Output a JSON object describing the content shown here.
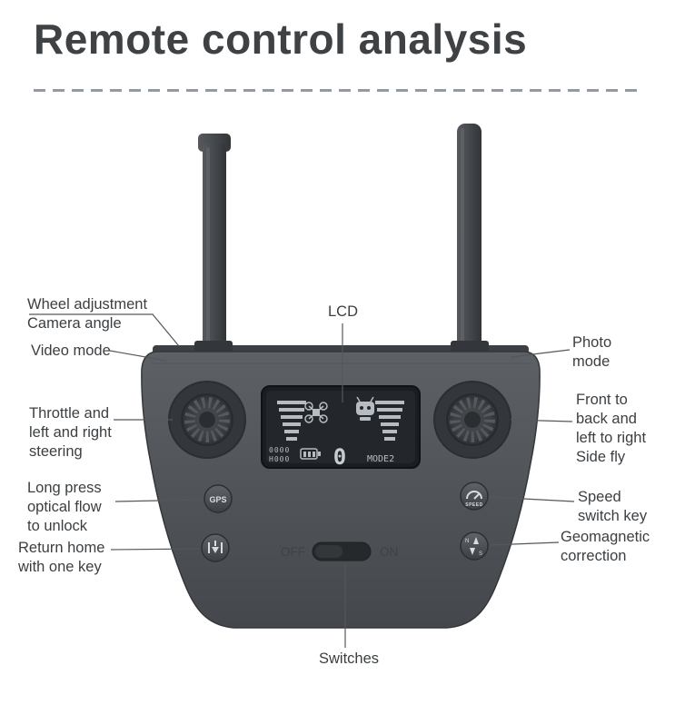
{
  "title": "Remote control analysis",
  "callouts": {
    "wheel_camera": "Wheel adjustment\nCamera angle",
    "video_mode": "Video mode",
    "throttle": "Throttle and\nleft and right\nsteering",
    "long_press": "Long press\noptical flow\nto unlock",
    "return_home": "Return home\nwith one key",
    "lcd": "LCD",
    "photo_mode": "Photo\nmode",
    "front_back": "Front to\nback and\nleft to right\nSide fly",
    "speed_switch": "Speed\nswitch key",
    "geomagnetic": "Geomagnetic\ncorrection",
    "switches": "Switches"
  },
  "controller": {
    "buttons": {
      "gps": "GPS",
      "speed": "SPEED",
      "off": "OFF",
      "on": "ON"
    },
    "lcd": {
      "row1": "0000",
      "row2": "H000",
      "big_digit": "0",
      "mode": "MODE2"
    }
  },
  "colors": {
    "title_text": "#3e4245",
    "label_text": "#3b3f42",
    "body_dark": "#44474b",
    "body_light": "#5d6165",
    "lcd_bg": "#23272b",
    "lcd_fg": "#b6bcc1",
    "leader_line": "#54575b"
  }
}
